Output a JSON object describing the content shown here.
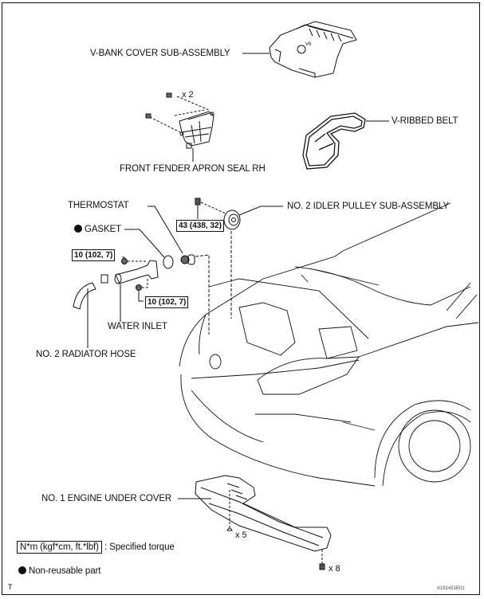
{
  "diagram": {
    "type": "exploded-parts-diagram",
    "labels": {
      "v_bank_cover": "V-BANK COVER SUB-ASSEMBLY",
      "front_fender_apron_seal": "FRONT FENDER APRON SEAL RH",
      "v_ribbed_belt": "V-RIBBED BELT",
      "thermostat": "THERMOSTAT",
      "gasket": "GASKET",
      "idler_pulley": "NO. 2 IDLER PULLEY SUB-ASSEMBLY",
      "water_inlet": "WATER INLET",
      "radiator_hose": "NO. 2 RADIATOR HOSE",
      "engine_under_cover": "NO. 1 ENGINE UNDER COVER"
    },
    "quantities": {
      "apron_seal_clips": "x 2",
      "under_cover_clips": "x 5",
      "under_cover_bolts": "x 8"
    },
    "torques": {
      "idler_pulley_bolt": "43 (438, 32)",
      "water_inlet_nut_upper": "10 (102, 7)",
      "water_inlet_nut_lower": "10 (102, 7)"
    },
    "legend": {
      "torque_unit": "N*m (kgf*cm, ft.*lbf)",
      "torque_desc": ": Specified torque",
      "non_reusable": "Non-reusable part"
    },
    "corner_mark": "T",
    "figure_code": "A161451E01"
  }
}
